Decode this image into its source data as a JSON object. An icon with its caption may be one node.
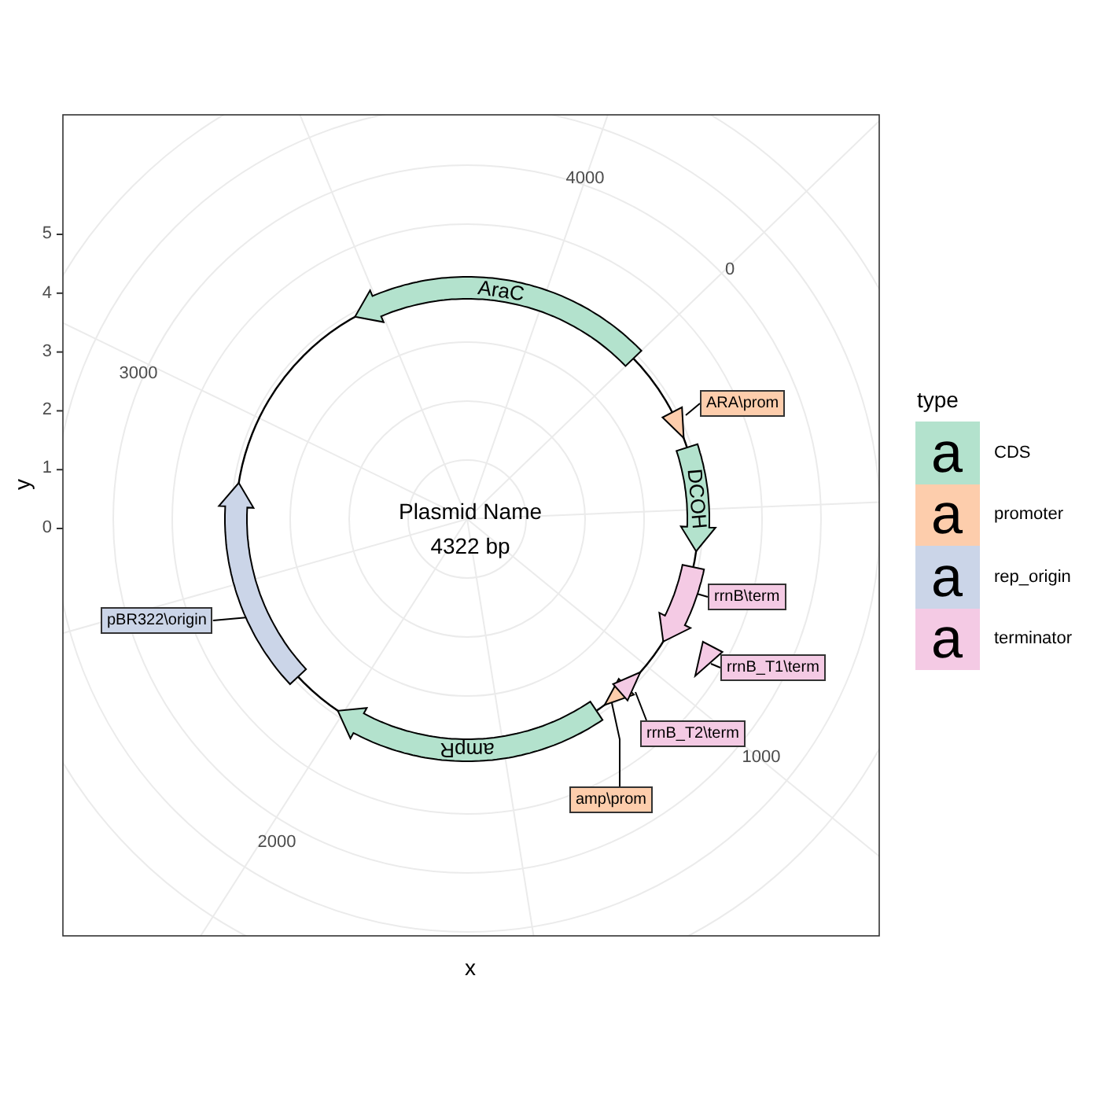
{
  "diagram": {
    "nodes": [
      {
        "text": [
          "AraC"
        ]
      },
      {
        "text": [
          "DCOH"
        ]
      },
      {
        "text": [
          "ampR"
        ]
      },
      {
        "text": [
          "ARA\\prom"
        ]
      },
      {
        "text": [
          "rrnB\\term"
        ]
      },
      {
        "text": [
          "rrnB_T1\\term"
        ]
      },
      {
        "text": [
          "rrnB_T2\\term"
        ]
      },
      {
        "text": [
          "amp\\prom"
        ]
      },
      {
        "text": [
          "pBR322\\origin"
        ]
      },
      {
        "text": [],
        "shape": "arrow"
      },
      {
        "text": [],
        "shape": "triangle"
      },
      {
        "text": [],
        "shape": "triangle"
      },
      {
        "text": [],
        "shape": "arrow"
      },
      {
        "text": [],
        "shape": "triangle"
      },
      {
        "text": [],
        "shape": "triangle"
      }
    ],
    "edges": [
      {
        "from": 3,
        "to": 13,
        "arrow": "none"
      },
      {
        "from": 4,
        "to": 12,
        "arrow": "none"
      },
      {
        "from": 5,
        "to": 14,
        "arrow": "none"
      },
      {
        "from": 6,
        "to": 11,
        "arrow": "none"
      },
      {
        "from": 7,
        "to": 10,
        "arrow": "none"
      },
      {
        "from": 8,
        "to": 9,
        "arrow": "none"
      }
    ],
    "labels": [
      "4000",
      "0",
      "3000",
      "1000",
      "2000",
      "Plasmid Name",
      "4322 bp",
      "5",
      "4",
      "3",
      "2",
      "1",
      "0",
      "y",
      "x",
      "type",
      "a",
      "a",
      "a",
      "a"
    ],
    "legend": [
      {
        "text": "CDS",
        "color": "#b3e2cd"
      },
      {
        "text": "promoter",
        "color": "#fdcdac"
      },
      {
        "text": "rep_origin",
        "color": "#cbd5e8"
      },
      {
        "text": "terminator",
        "color": "#f4cae4"
      }
    ]
  }
}
